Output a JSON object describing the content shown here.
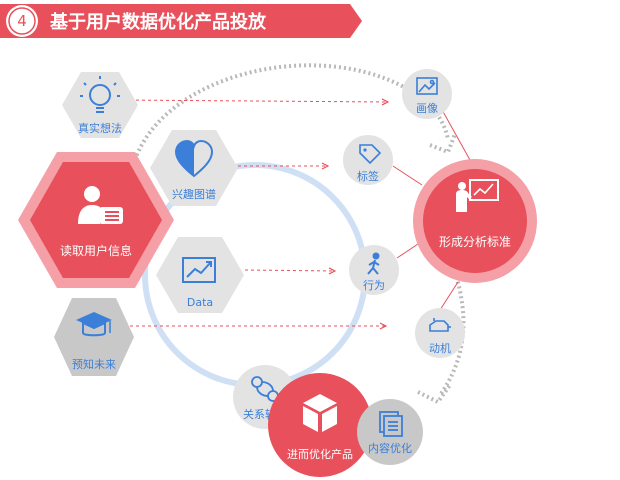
{
  "header": {
    "step_number": "4",
    "title": "基于用户数据优化产品投放"
  },
  "left_nodes": {
    "truth": "真实想法",
    "interest": "兴趣图谱",
    "read": "读取用户信息",
    "data": "Data",
    "predict": "预知未来"
  },
  "tag_nodes": {
    "image": "画像",
    "tag": "标签",
    "behavior": "行为",
    "motive": "动机"
  },
  "hubs": {
    "standard": "形成分析标准",
    "optimize": "进而优化产品"
  },
  "bottom_nodes": {
    "relation": "关系转化",
    "content": "内容优化"
  },
  "colors": {
    "accent": "#e8505b",
    "accent_light": "#f4a0a6",
    "hex_gray": "#e3e3e3",
    "hex_gray_dark": "#c8c8c8",
    "icon_blue": "#3b7fd9",
    "ring_blue": "#cfe0f5",
    "dotted_gray": "#b9b9b9"
  }
}
